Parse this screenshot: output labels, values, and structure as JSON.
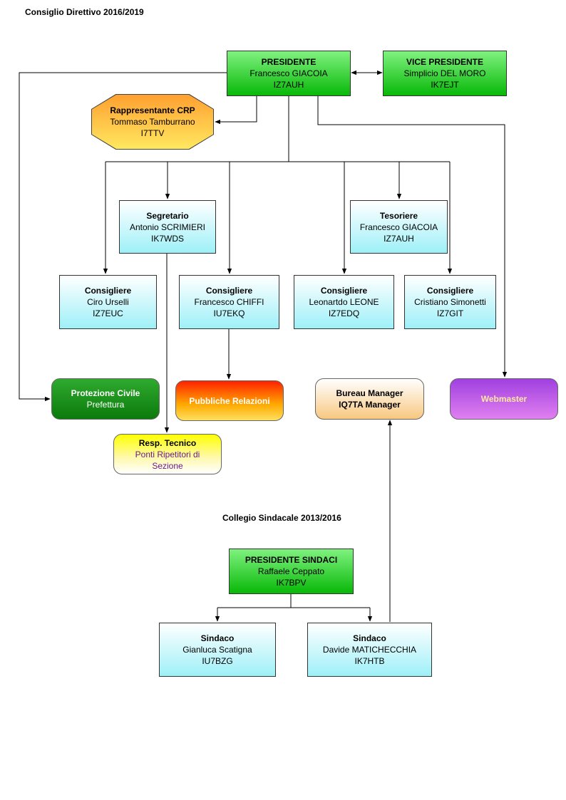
{
  "headings": {
    "consiglio": "Consiglio Direttivo 2016/2019",
    "collegio": "Collegio Sindacale 2013/2016"
  },
  "nodes": {
    "presidente": {
      "role": "PRESIDENTE",
      "name": "Francesco GIACOIA",
      "call": "IZ7AUH"
    },
    "vice": {
      "role": "VICE PRESIDENTE",
      "name": "Simplicio DEL MORO",
      "call": "IK7EJT"
    },
    "crp": {
      "role": "Rappresentante CRP",
      "name": "Tommaso Tamburrano",
      "call": "I7TTV"
    },
    "segretario": {
      "role": "Segretario",
      "name": "Antonio SCRIMIERI",
      "call": "IK7WDS"
    },
    "tesoriere": {
      "role": "Tesoriere",
      "name": "Francesco GIACOIA",
      "call": "IZ7AUH"
    },
    "cons1": {
      "role": "Consigliere",
      "name": "Ciro Urselli",
      "call": "IZ7EUC"
    },
    "cons2": {
      "role": "Consigliere",
      "name": "Francesco CHIFFI",
      "call": "IU7EKQ"
    },
    "cons3": {
      "role": "Consigliere",
      "name": "Leonartdo LEONE",
      "call": "IZ7EDQ"
    },
    "cons4": {
      "role": "Consigliere",
      "name": "Cristiano Simonetti",
      "call": "IZ7GIT"
    },
    "protezione": {
      "role": "Protezione Civile",
      "name": "Prefettura"
    },
    "pubbliche": {
      "role": "Pubbliche Relazioni"
    },
    "bureau": {
      "role": "Bureau Manager",
      "name": "IQ7TA Manager"
    },
    "webmaster": {
      "role": "Webmaster"
    },
    "tecnico": {
      "role": "Resp. Tecnico",
      "line1": "Ponti Ripetitori di",
      "line2": "Sezione"
    },
    "pres_sindaci": {
      "role": "PRESIDENTE SINDACI",
      "name": "Raffaele Ceppato",
      "call": "IK7BPV"
    },
    "sindaco1": {
      "role": "Sindaco",
      "name": "Gianluca Scatigna",
      "call": "IU7BZG"
    },
    "sindaco2": {
      "role": "Sindaco",
      "name": "Davide MATICHECCHIA",
      "call": "IK7HTB"
    }
  }
}
